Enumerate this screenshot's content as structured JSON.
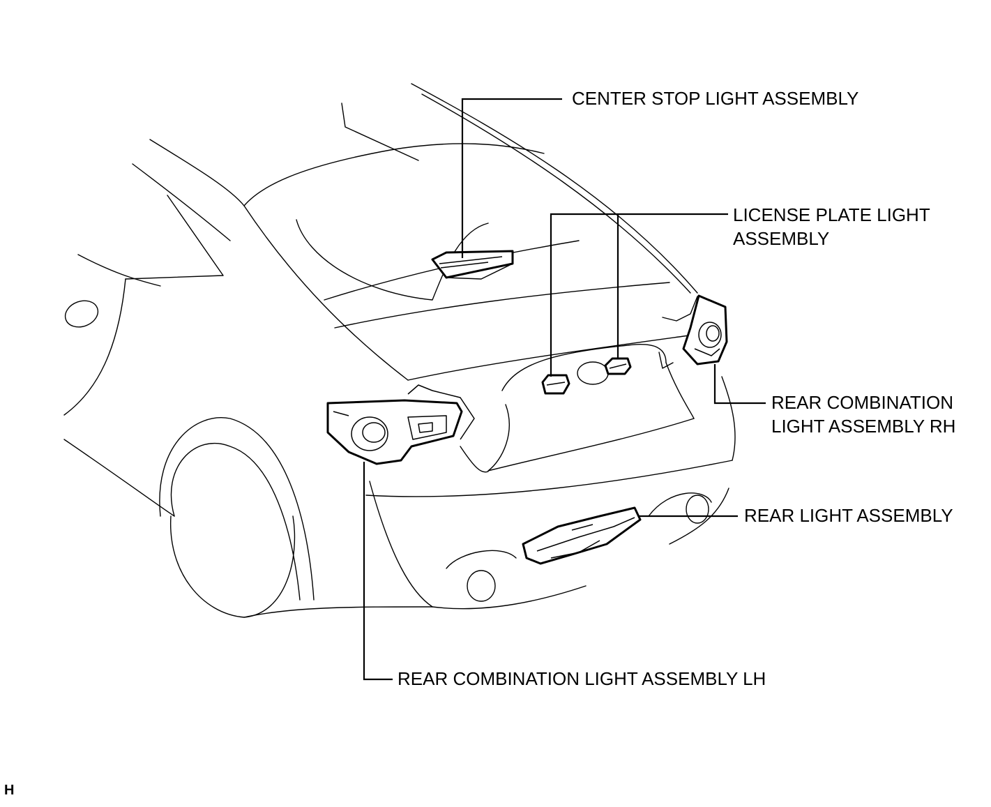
{
  "labels": {
    "center_stop_light": "CENTER STOP LIGHT ASSEMBLY",
    "license_plate_light_line1": "LICENSE PLATE LIGHT",
    "license_plate_light_line2": "ASSEMBLY",
    "rear_combination_rh_line1": "REAR COMBINATION",
    "rear_combination_rh_line2": "LIGHT ASSEMBLY RH",
    "rear_light": "REAR LIGHT ASSEMBLY",
    "rear_combination_lh": "REAR COMBINATION LIGHT ASSEMBLY LH"
  },
  "figure_code": "H"
}
